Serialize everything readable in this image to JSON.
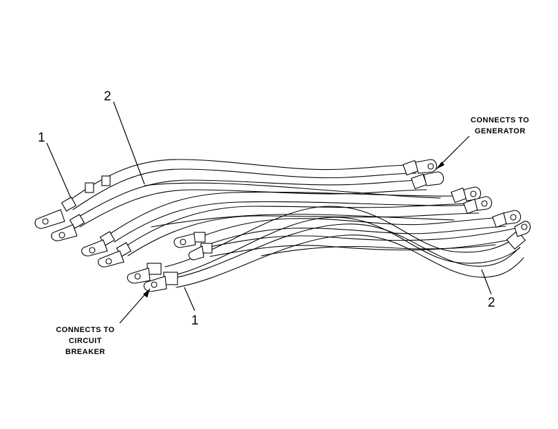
{
  "callouts": {
    "left_top": "1",
    "left_upper": "2",
    "bottom_center": "1",
    "right_bottom": "2"
  },
  "labels": {
    "generator": [
      "CONNECTS TO",
      "GENERATOR"
    ],
    "breaker": [
      "CONNECTS TO",
      "CIRCUIT",
      "BREAKER"
    ]
  }
}
